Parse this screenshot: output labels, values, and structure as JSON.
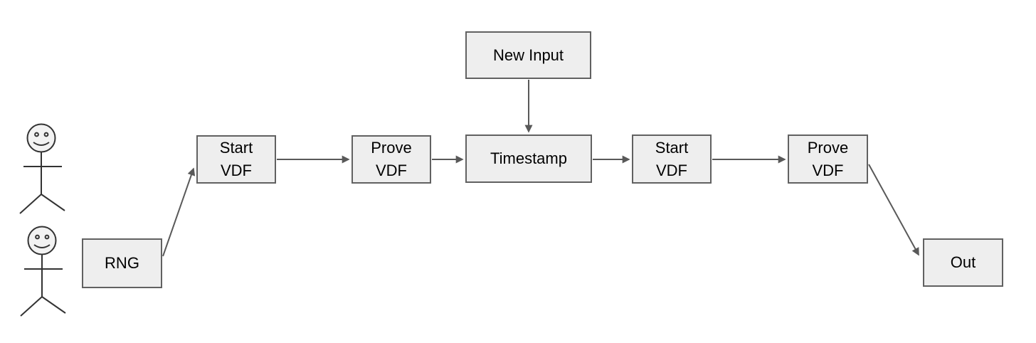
{
  "diagram": {
    "type": "flowchart",
    "nodes": {
      "rng": {
        "label": "RNG"
      },
      "start_vdf_1": {
        "label": "Start\nVDF"
      },
      "prove_vdf_1": {
        "label": "Prove\nVDF"
      },
      "new_input": {
        "label": "New Input"
      },
      "timestamp": {
        "label": "Timestamp"
      },
      "start_vdf_2": {
        "label": "Start\nVDF"
      },
      "prove_vdf_2": {
        "label": "Prove\nVDF"
      },
      "out": {
        "label": "Out"
      }
    },
    "edges": [
      {
        "from": "rng",
        "to": "start_vdf_1"
      },
      {
        "from": "start_vdf_1",
        "to": "prove_vdf_1"
      },
      {
        "from": "prove_vdf_1",
        "to": "timestamp"
      },
      {
        "from": "new_input",
        "to": "timestamp"
      },
      {
        "from": "timestamp",
        "to": "start_vdf_2"
      },
      {
        "from": "start_vdf_2",
        "to": "prove_vdf_2"
      },
      {
        "from": "prove_vdf_2",
        "to": "out"
      }
    ],
    "icons": [
      {
        "name": "person-icon"
      },
      {
        "name": "person-icon"
      }
    ],
    "colors": {
      "background": "#ffffff",
      "node_fill": "#eeeeee",
      "node_border": "#616161",
      "arrow": "#595959",
      "text": "#000000",
      "figure_stroke": "#333333"
    }
  }
}
